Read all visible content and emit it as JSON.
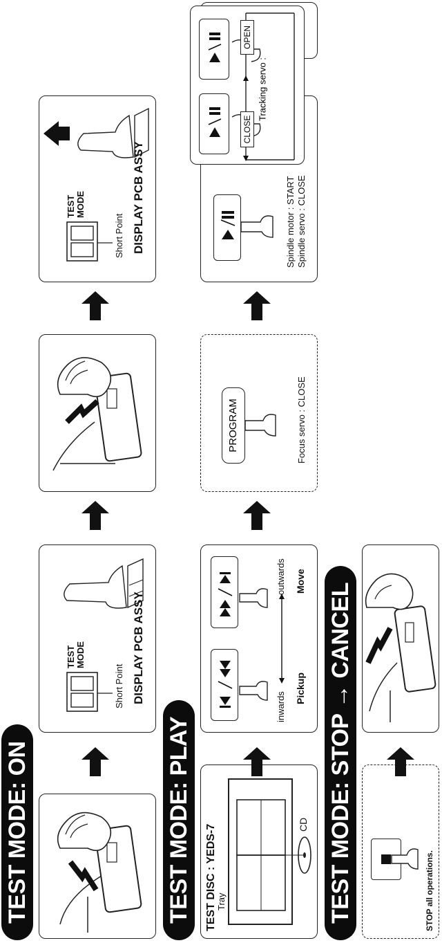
{
  "banners": {
    "on": "TEST MODE: ON",
    "play": "TEST MODE: PLAY",
    "stop_cancel": "TEST MODE: STOP → CANCEL"
  },
  "on_row": {
    "short_point": "Short Point",
    "test_mode_line1": "TEST",
    "test_mode_line2": "MODE",
    "display_pcb": "DISPLAY PCB ASSY"
  },
  "play_row": {
    "test_disc": "TEST DISC : YEDS-7",
    "tray": "Tray",
    "cd": "CD",
    "inwards": "inwards",
    "outwards": "outwards",
    "pickup": "Pickup",
    "move": "Move",
    "program_key": "PROGRAM",
    "focus_servo": "Focus servo : CLOSE",
    "spindle_motor": "Spindle motor : START",
    "spindle_servo": "Spindle servo : CLOSE",
    "close_label": "CLOSE",
    "open_label": "OPEN",
    "tracking_servo": "Tracking servo :"
  },
  "stop_row": {
    "stop_all": "STOP all operations."
  },
  "icons": {
    "prev_key": "skip-back-icon",
    "next_key": "skip-forward-icon",
    "play_pause_key": "play-pause-icon",
    "stop_key": "stop-icon"
  }
}
